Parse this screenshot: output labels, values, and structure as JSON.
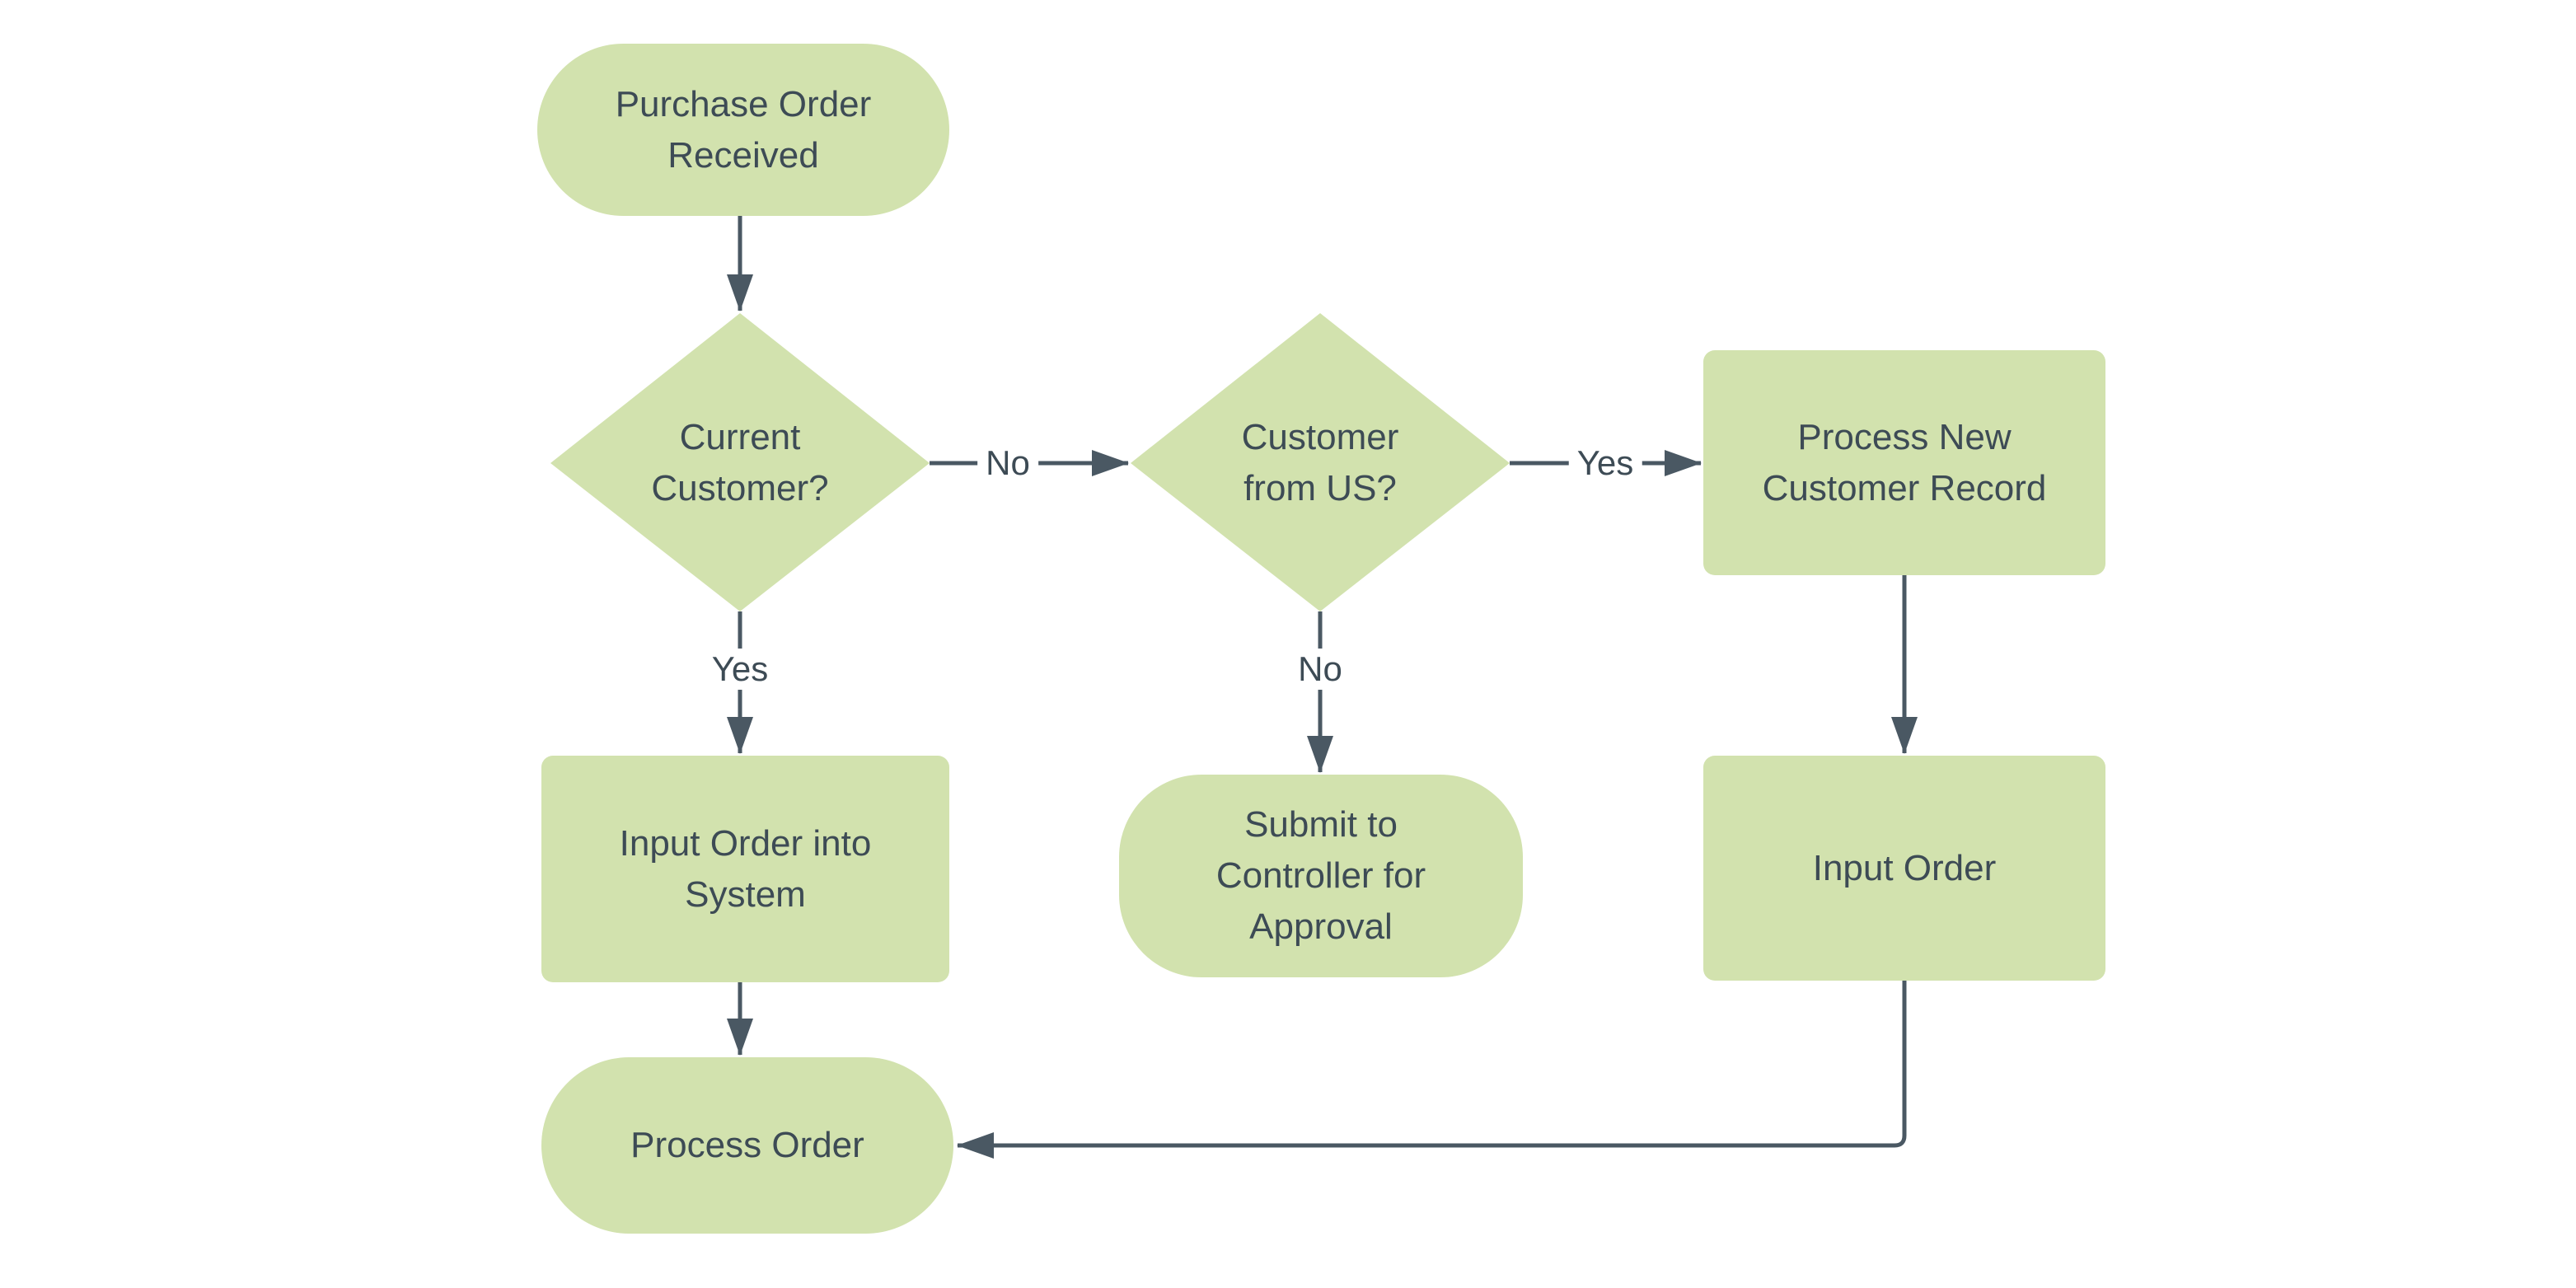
{
  "diagram_type": "flowchart",
  "theme": {
    "node_fill": "#d2e2ae",
    "node_text_color": "#3d4b55",
    "connector_color": "#4a5863",
    "background": "#ffffff"
  },
  "nodes": {
    "start": {
      "shape": "terminator",
      "label": "Purchase Order\nReceived"
    },
    "decision_current_customer": {
      "shape": "decision",
      "label": "Current\nCustomer?"
    },
    "decision_customer_from_us": {
      "shape": "decision",
      "label": "Customer\nfrom US?"
    },
    "process_new_customer_record": {
      "shape": "process",
      "label": "Process New\nCustomer Record"
    },
    "input_order_into_system": {
      "shape": "process",
      "label": "Input Order into\nSystem"
    },
    "submit_to_controller": {
      "shape": "terminator",
      "label": "Submit to\nController for\nApproval"
    },
    "input_order": {
      "shape": "process",
      "label": "Input Order"
    },
    "process_order": {
      "shape": "terminator",
      "label": "Process Order"
    }
  },
  "edges": [
    {
      "from": "start",
      "to": "decision_current_customer",
      "label": ""
    },
    {
      "from": "decision_current_customer",
      "to": "decision_customer_from_us",
      "label": "No"
    },
    {
      "from": "decision_customer_from_us",
      "to": "process_new_customer_record",
      "label": "Yes"
    },
    {
      "from": "decision_current_customer",
      "to": "input_order_into_system",
      "label": "Yes"
    },
    {
      "from": "decision_customer_from_us",
      "to": "submit_to_controller",
      "label": "No"
    },
    {
      "from": "process_new_customer_record",
      "to": "input_order",
      "label": ""
    },
    {
      "from": "input_order_into_system",
      "to": "process_order",
      "label": ""
    },
    {
      "from": "input_order",
      "to": "process_order",
      "label": ""
    }
  ]
}
